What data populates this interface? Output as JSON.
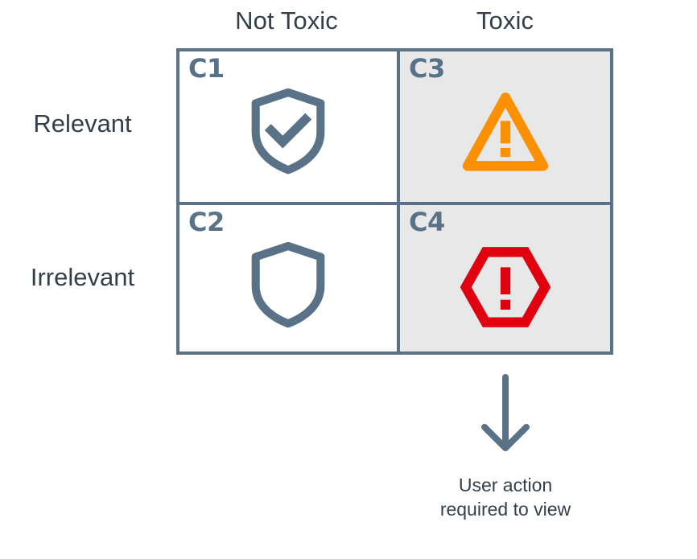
{
  "matrix": {
    "column_headers": [
      {
        "label": "Not Toxic"
      },
      {
        "label": "Toxic"
      }
    ],
    "row_headers": [
      {
        "label": "Relevant"
      },
      {
        "label": "Irrelevant"
      }
    ],
    "cells": [
      {
        "id": "C1",
        "label": "C1",
        "row": "Relevant",
        "column": "Not Toxic",
        "icon": "shield-check-icon",
        "icon_color": "#5a7287",
        "background": "#ffffff",
        "shaded": false
      },
      {
        "id": "C3",
        "label": "C3",
        "row": "Relevant",
        "column": "Toxic",
        "icon": "warning-triangle-icon",
        "icon_color": "#fb9102",
        "background": "#e8e8e8",
        "shaded": true
      },
      {
        "id": "C2",
        "label": "C2",
        "row": "Irrelevant",
        "column": "Not Toxic",
        "icon": "shield-empty-icon",
        "icon_color": "#5a7287",
        "background": "#ffffff",
        "shaded": false
      },
      {
        "id": "C4",
        "label": "C4",
        "row": "Irrelevant",
        "column": "Toxic",
        "icon": "hexagon-alert-icon",
        "icon_color": "#e1000f",
        "background": "#e8e8e8",
        "shaded": true
      }
    ]
  },
  "annotation": {
    "arrow_icon": "arrow-down-icon",
    "arrow_color": "#5a7287",
    "caption": "User action\nrequired to view"
  },
  "colors": {
    "grid_border": "#5a7287",
    "shaded_cell": "#e8e8e8",
    "text": "#343f49",
    "label": "#5a7287",
    "warning_orange": "#fb9102",
    "alert_red": "#e1000f"
  }
}
